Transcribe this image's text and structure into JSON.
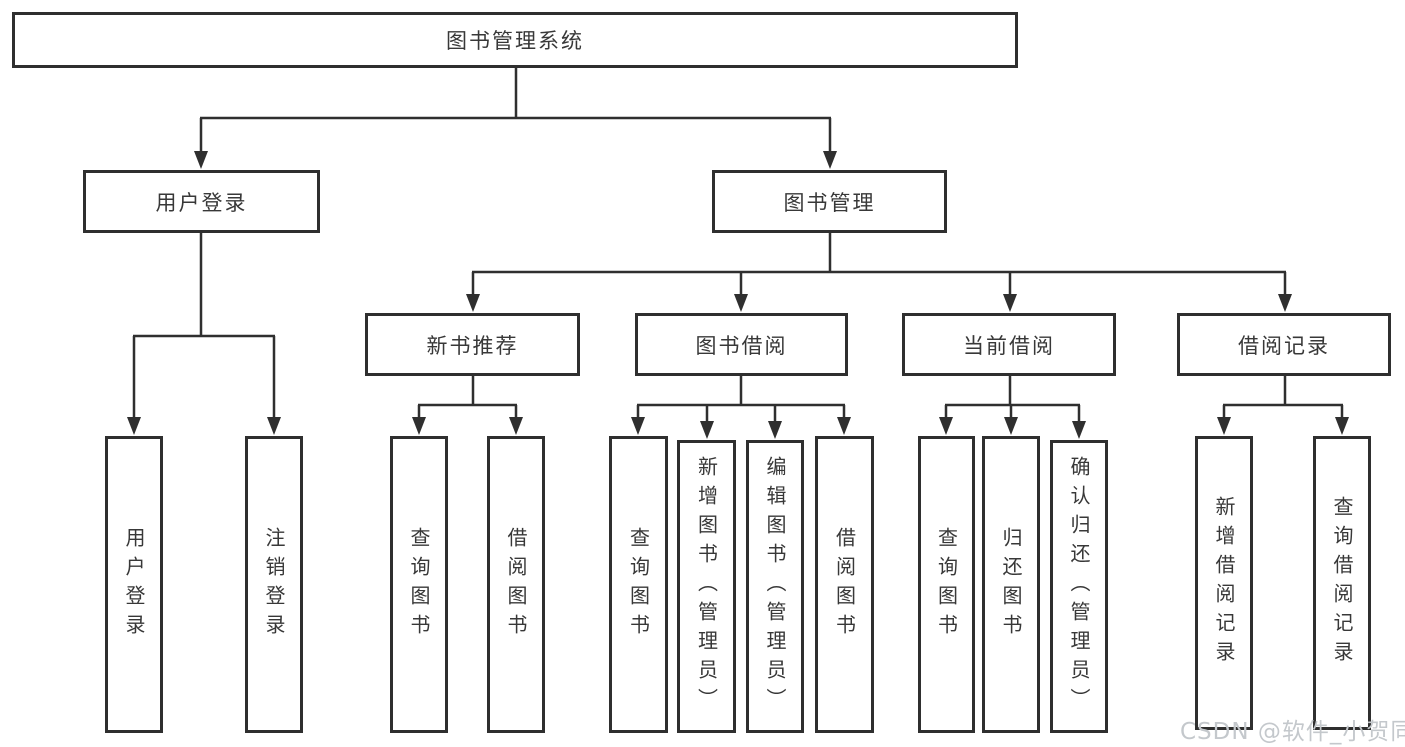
{
  "diagram": {
    "title": "图书管理系统",
    "colors": {
      "line": "#2f2f2f",
      "text": "#383838",
      "background": "#ffffff",
      "watermark": "#c4c8cc"
    },
    "watermark": "CSDN @软件_小贺同学",
    "nodes": {
      "root": {
        "label": "图书管理系统"
      },
      "user_login": {
        "label": "用户登录"
      },
      "book_mgmt": {
        "label": "图书管理"
      },
      "new_books": {
        "label": "新书推荐"
      },
      "book_borrow": {
        "label": "图书借阅"
      },
      "current_borrow": {
        "label": "当前借阅"
      },
      "borrow_records": {
        "label": "借阅记录"
      },
      "leaf_user_login": {
        "label": "用户登录"
      },
      "leaf_logout": {
        "label": "注销登录"
      },
      "leaf_nb_query": {
        "label": "查询图书"
      },
      "leaf_nb_borrow": {
        "label": "借阅图书"
      },
      "leaf_bb_query": {
        "label": "查询图书"
      },
      "leaf_bb_add": {
        "label": "新增图书（管理员）"
      },
      "leaf_bb_edit": {
        "label": "编辑图书（管理员）"
      },
      "leaf_bb_borrow": {
        "label": "借阅图书"
      },
      "leaf_cb_query": {
        "label": "查询图书"
      },
      "leaf_cb_return": {
        "label": "归还图书"
      },
      "leaf_cb_confirm": {
        "label": "确认归还（管理员）"
      },
      "leaf_br_add": {
        "label": "新增借阅记录"
      },
      "leaf_br_query": {
        "label": "查询借阅记录"
      }
    }
  }
}
